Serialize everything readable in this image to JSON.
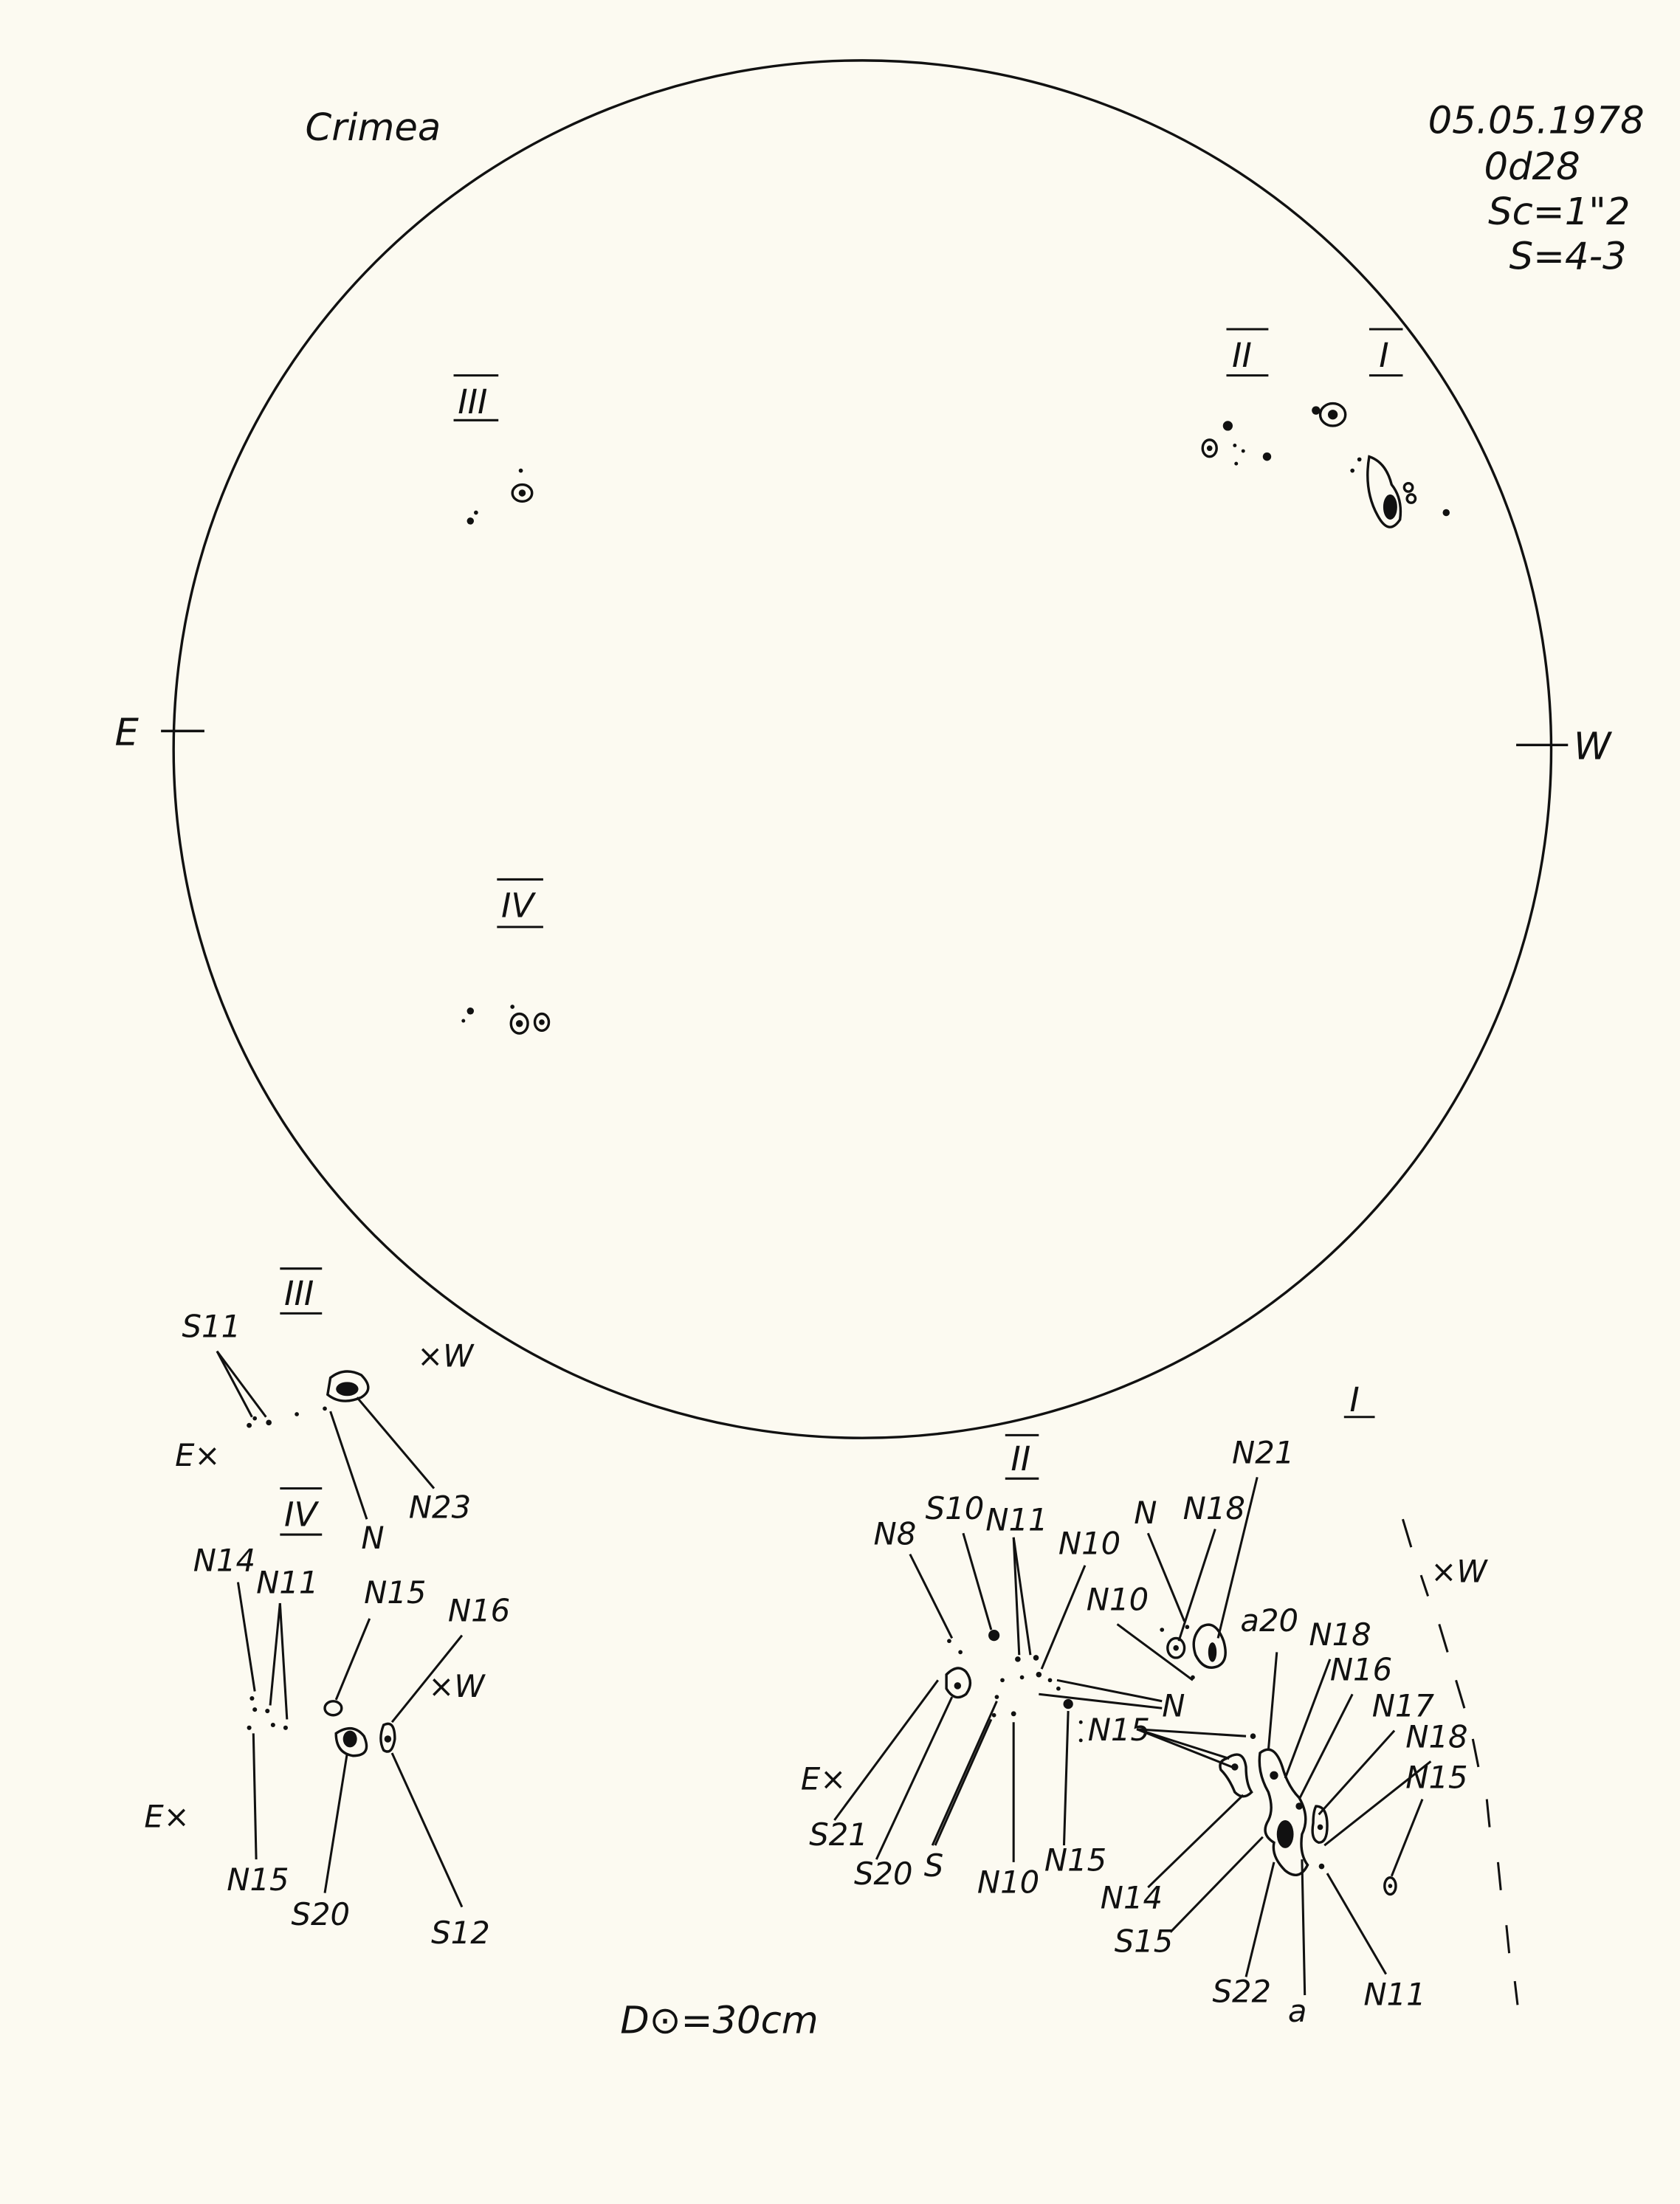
{
  "header": {
    "observatory": "Crimea",
    "date": "05.05.1978",
    "time": "0d28",
    "scale": "Sc=1\"2",
    "seeing": "S=4-3"
  },
  "disk": {
    "east_label": "E",
    "west_label": "W",
    "groups": [
      "I",
      "II",
      "III",
      "IV"
    ]
  },
  "inset_III": {
    "title": "III",
    "labels": [
      "S11",
      "E×",
      "×W",
      "N",
      "N23"
    ]
  },
  "inset_IV": {
    "title": "IV",
    "labels": [
      "N14",
      "N11",
      "N15",
      "N16",
      "×W",
      "E×",
      "N15",
      "S20",
      "S12"
    ]
  },
  "inset_I_II": {
    "title_I": "I",
    "title_II": "II",
    "labels": [
      "N21",
      "N",
      "N18",
      "N8",
      "S10",
      "N11",
      "N10",
      "N10",
      "a20",
      "N18",
      "N16",
      "N17",
      "N18",
      "N15",
      "×W",
      "N",
      "N15",
      "E×",
      "S21",
      "S20",
      "S",
      "N10",
      "N15",
      "N14",
      "S15",
      "S22",
      "a",
      "N11"
    ]
  },
  "footer": {
    "aperture": "D⊙=30cm"
  },
  "colors": {
    "ink": "#111111",
    "paper": "#fcfaf1"
  }
}
